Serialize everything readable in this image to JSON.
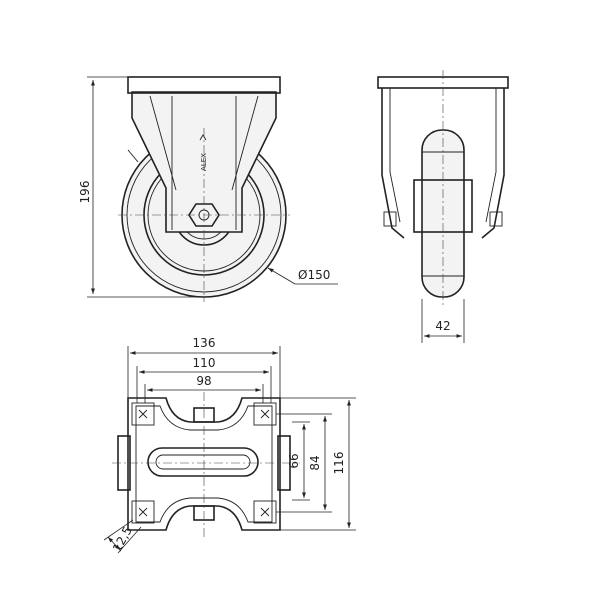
{
  "dimensions": {
    "height": "196",
    "wheel_diameter": "Ø150",
    "wheel_width": "42",
    "plate_length": "136",
    "hole_spacing_outer": "110",
    "hole_spacing_inner": "98",
    "plate_width": "116",
    "hole_spacing_width": "84",
    "hole_spacing_width_inner": "66",
    "hole_size": "12,5"
  },
  "brand_mark": "ALEX"
}
